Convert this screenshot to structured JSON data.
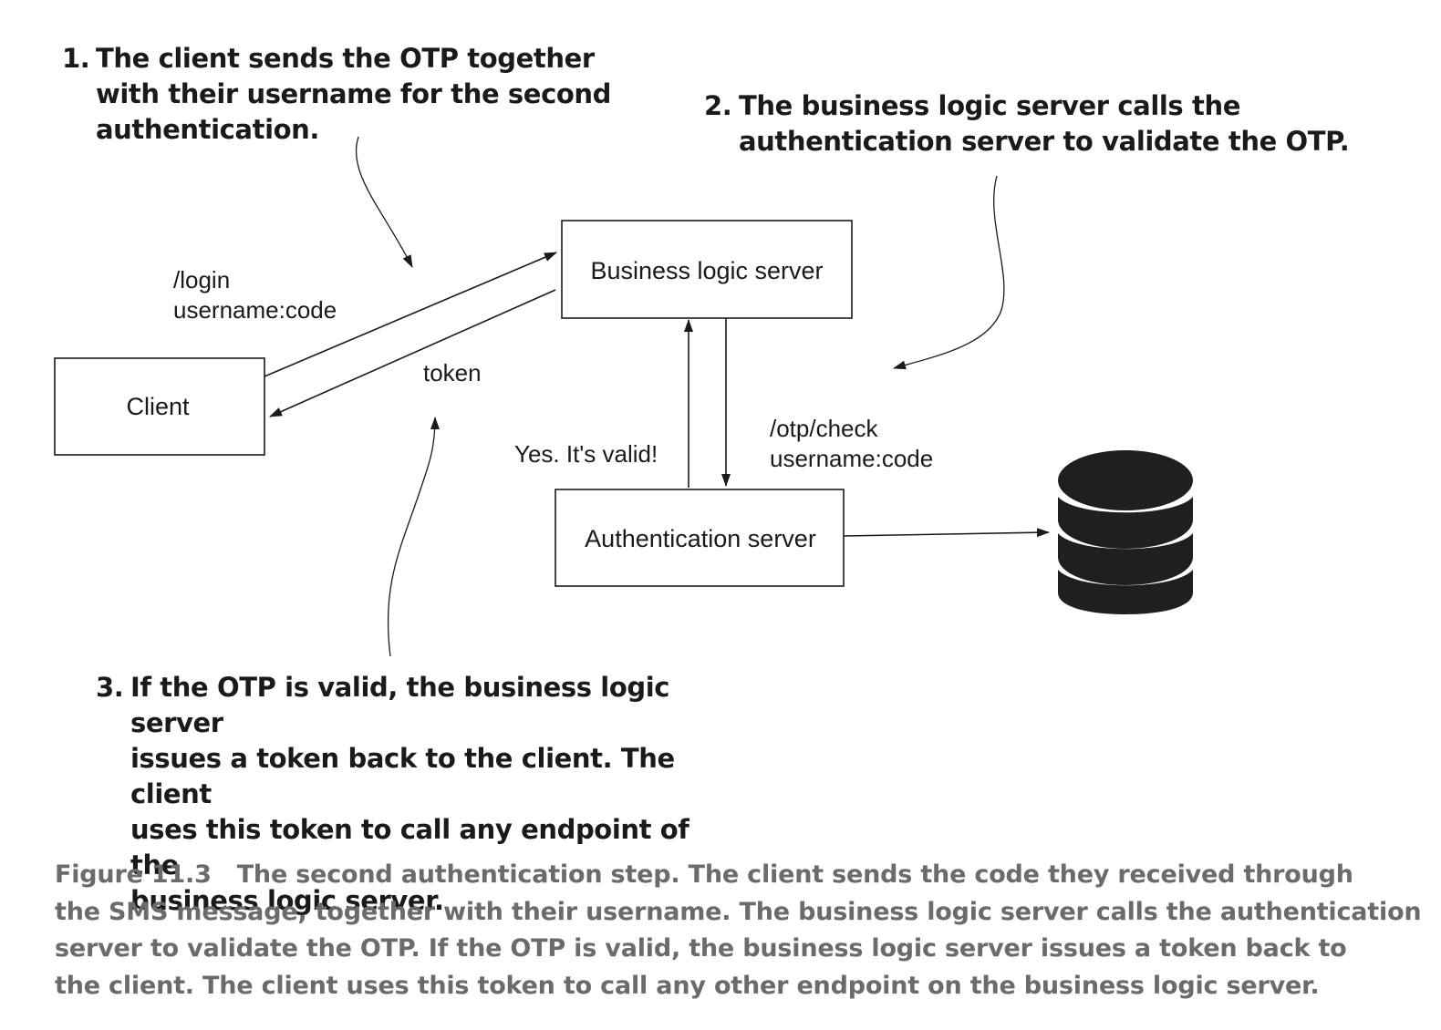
{
  "callouts": {
    "c1": {
      "num": "1.",
      "text": "The client sends the OTP together\nwith their username for the second\nauthentication."
    },
    "c2": {
      "num": "2.",
      "text": "The business logic server calls the\nauthentication server to validate the OTP."
    },
    "c3": {
      "num": "3.",
      "text": "If the OTP is valid, the business logic server\nissues a token back to the client. The client\nuses this token to call any endpoint of the\nbusiness logic server."
    }
  },
  "nodes": {
    "client": "Client",
    "business_logic_server": "Business logic server",
    "authentication_server": "Authentication server"
  },
  "edge_labels": {
    "login_line1": "/login",
    "login_line2": "username:code",
    "token": "token",
    "valid": "Yes. It's valid!",
    "otp_line1": "/otp/check",
    "otp_line2": "username:code"
  },
  "icons": {
    "database": "database-icon"
  },
  "caption": {
    "figure": "Figure 11.3",
    "text": "The second authentication step. The client sends the code they received through\nthe SMS message, together with their username. The business logic server calls the authentication\nserver to validate the OTP. If the OTP is valid, the business logic server issues a token back to\nthe client. The client uses this token to call any other endpoint on the business logic server."
  }
}
